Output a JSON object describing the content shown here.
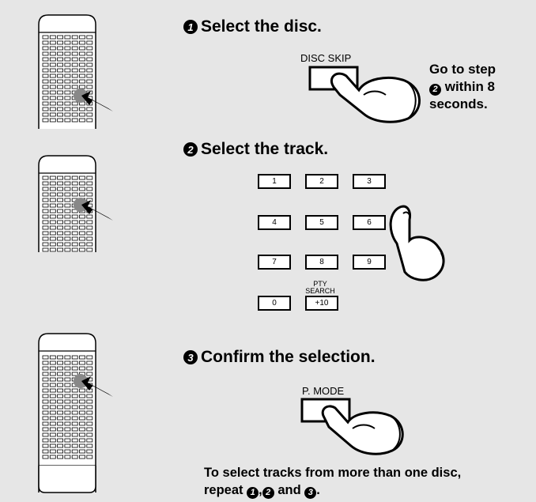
{
  "step1": {
    "num": "1",
    "title": "Select the disc.",
    "button_label": "DISC SKIP"
  },
  "note": {
    "line1": "Go to step",
    "num": "2",
    "line2": "within 8",
    "line3": "seconds."
  },
  "step2": {
    "num": "2",
    "title": "Select the track.",
    "keys": [
      "1",
      "2",
      "3",
      "4",
      "5",
      "6",
      "7",
      "8",
      "9",
      "0",
      "+10"
    ],
    "pty_line1": "PTY",
    "pty_line2": "SEARCH"
  },
  "step3": {
    "num": "3",
    "title": "Confirm the selection.",
    "button_label": "P. MODE"
  },
  "footer": {
    "line1": "To select tracks from more than one disc,",
    "line2_prefix": "repeat",
    "n1": "1",
    "sep1": ",",
    "n2": "2",
    "and": "and",
    "n3": "3",
    "end": "."
  }
}
